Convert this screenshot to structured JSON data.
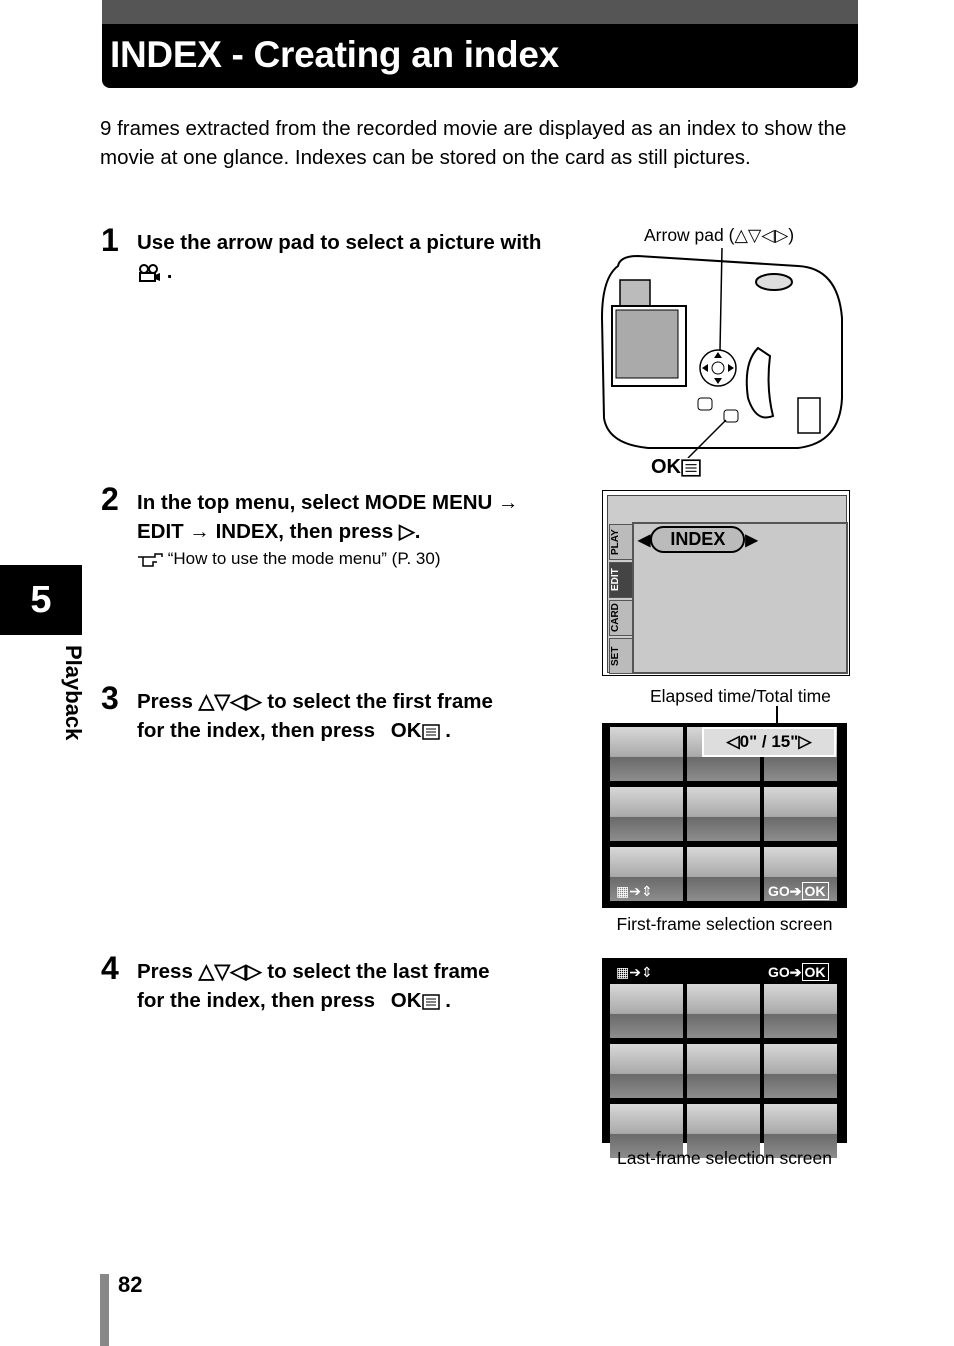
{
  "title": "INDEX - Creating an index",
  "intro": "9 frames extracted from the recorded movie are displayed as an index to show the movie at one glance. Indexes can be stored on the card as still pictures.",
  "chapter": {
    "number": "5",
    "label": "Playback"
  },
  "page_number": "82",
  "steps": [
    {
      "num": "1",
      "line1": "Use the arrow pad to select a picture with",
      "line2": "."
    },
    {
      "num": "2",
      "line1": "In the top menu, select MODE MENU →",
      "line2": "EDIT →  INDEX, then press ▷.",
      "ref": "“How to use the mode menu” (P. 30)"
    },
    {
      "num": "3",
      "line1": "Press △▽◁▷ to select the first frame",
      "line2": "for the index, then press"
    },
    {
      "num": "4",
      "line1": "Press △▽◁▷ to select the last frame",
      "line2": "for the index, then press"
    }
  ],
  "ok_label": "OK",
  "figures": {
    "arrow_pad_label": "Arrow pad (△▽◁▷)",
    "camera_ok_label": "OK",
    "menu_tabs": [
      "PLAY",
      "EDIT",
      "CARD",
      "SET"
    ],
    "menu_item": "INDEX",
    "elapsed_label": "Elapsed time/Total time",
    "time_display": "0\" / 15\"",
    "go_label": "GO",
    "ok_small": "OK",
    "first_caption": "First-frame selection screen",
    "last_caption": "Last-frame selection screen"
  }
}
